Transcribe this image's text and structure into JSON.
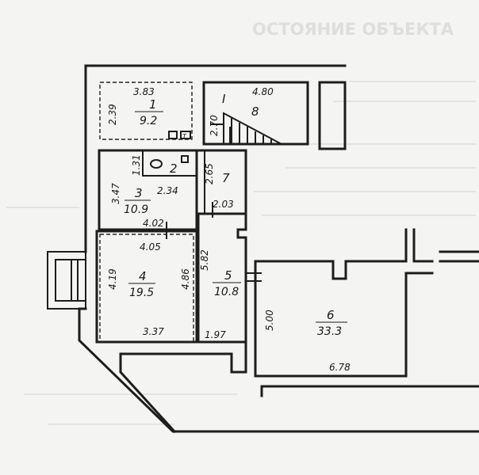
{
  "header": {
    "faded_title": "ОСТОЯНИЕ ОБЪЕКТА"
  },
  "rooms": [
    {
      "id": "1",
      "area": "9.2"
    },
    {
      "id": "2",
      "area": ""
    },
    {
      "id": "3",
      "area": "10.9"
    },
    {
      "id": "4",
      "area": "19.5"
    },
    {
      "id": "5",
      "area": "10.8"
    },
    {
      "id": "6",
      "area": "33.3"
    },
    {
      "id": "7",
      "area": ""
    },
    {
      "id": "8",
      "area": ""
    }
  ],
  "marks": {
    "roman": "I",
    "wc": "Т"
  },
  "dims": {
    "r1_top": "3.83",
    "r1_side": "2.39",
    "r8_top": "4.80",
    "r8_side": "2.70",
    "r2_side": "1.31",
    "r2_right": "2.65",
    "r3_width": "2.34",
    "r3_side": "3.47",
    "r7_bottom": "2.03",
    "r3_bottom": "4.02",
    "r4_top": "4.05",
    "r4_left": "4.19",
    "r4_right": "4.86",
    "r4_bottom": "3.37",
    "r5_side": "5.82",
    "r5_bottom": "1.97",
    "r6_side": "5.00",
    "r6_bottom": "6.78"
  }
}
